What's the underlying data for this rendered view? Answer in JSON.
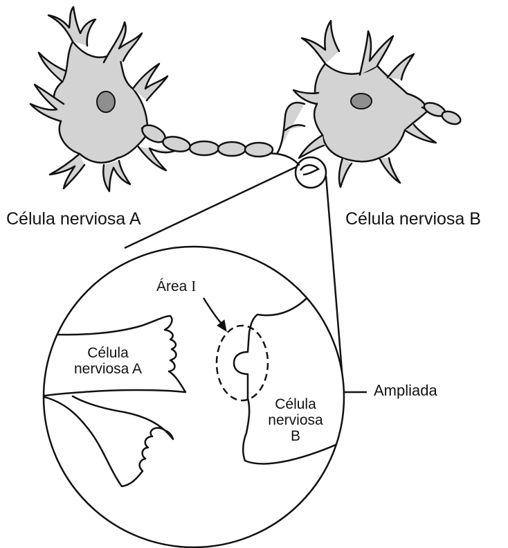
{
  "labels": {
    "cell_a_top": "Célula nerviosa A",
    "cell_b_top": "Célula nerviosa B",
    "area_word": "Área",
    "area_numeral": "I",
    "cell_a_zoom_line1": "Célula",
    "cell_a_zoom_line2": "nerviosa A",
    "cell_b_zoom_line1": "Célula",
    "cell_b_zoom_line2": "nerviosa",
    "cell_b_zoom_line3": "B",
    "magnified": "Ampliada"
  },
  "colors": {
    "cell_fill": "#d3d3d3",
    "nucleus_fill": "#8f8f8f",
    "outline": "#111111",
    "background": "#ffffff"
  }
}
